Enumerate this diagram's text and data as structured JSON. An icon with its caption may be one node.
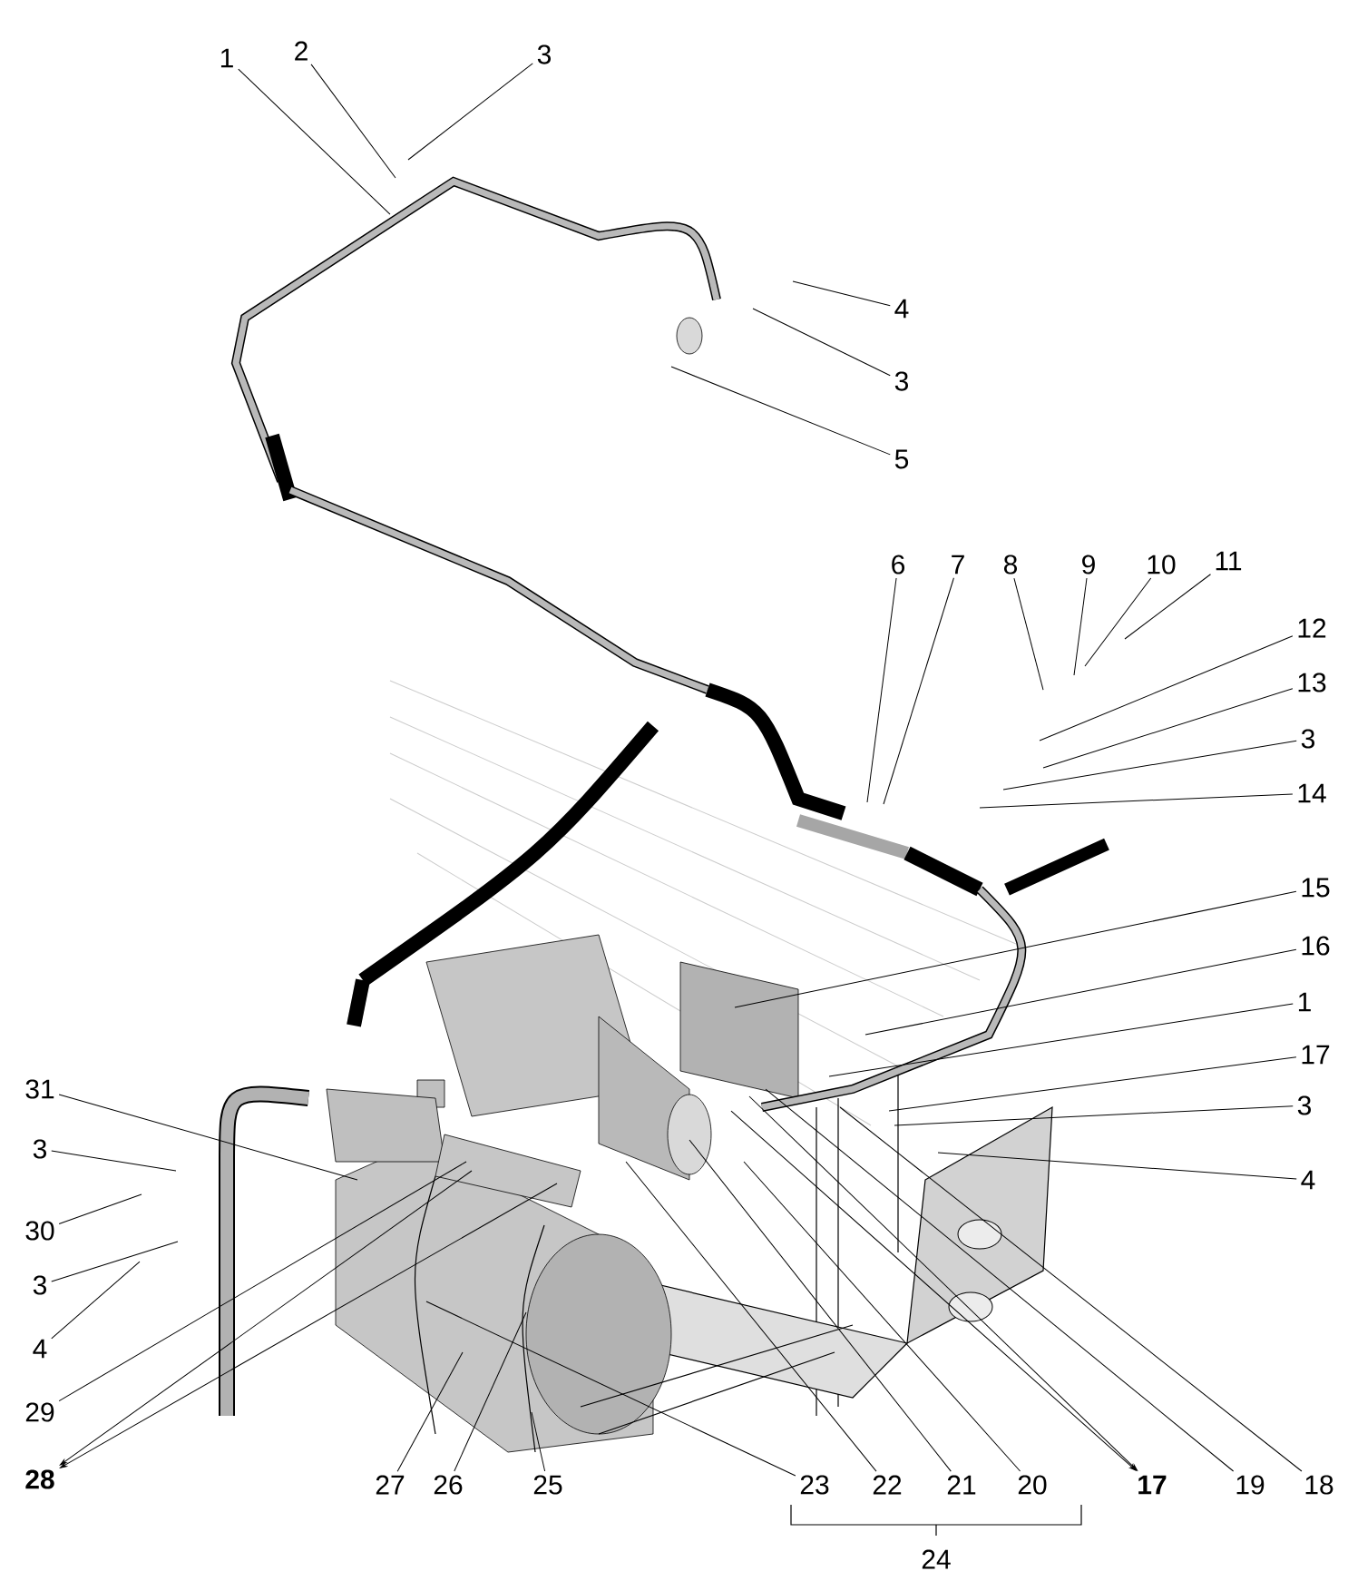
{
  "diagram": {
    "nodes": [
      {
        "text": [
          "1"
        ]
      },
      {
        "text": [
          "2"
        ]
      },
      {
        "text": [
          "3"
        ]
      },
      {
        "text": [
          "4"
        ]
      },
      {
        "text": [
          "3"
        ]
      },
      {
        "text": [
          "5"
        ]
      },
      {
        "text": [
          "6"
        ]
      },
      {
        "text": [
          "7"
        ]
      },
      {
        "text": [
          "8"
        ]
      },
      {
        "text": [
          "9"
        ]
      },
      {
        "text": [
          "10"
        ]
      },
      {
        "text": [
          "11"
        ]
      },
      {
        "text": [
          "12"
        ]
      },
      {
        "text": [
          "13"
        ]
      },
      {
        "text": [
          "3"
        ]
      },
      {
        "text": [
          "14"
        ]
      },
      {
        "text": [
          "15"
        ]
      },
      {
        "text": [
          "16"
        ]
      },
      {
        "text": [
          "1"
        ]
      },
      {
        "text": [
          "17"
        ]
      },
      {
        "text": [
          "3"
        ]
      },
      {
        "text": [
          "4"
        ]
      },
      {
        "text": [
          "31"
        ]
      },
      {
        "text": [
          "3"
        ]
      },
      {
        "text": [
          "30"
        ]
      },
      {
        "text": [
          "3"
        ]
      },
      {
        "text": [
          "4"
        ]
      },
      {
        "text": [
          "29"
        ]
      },
      {
        "text": [
          "28"
        ]
      },
      {
        "text": [
          "27"
        ]
      },
      {
        "text": [
          "26"
        ]
      },
      {
        "text": [
          "25"
        ]
      },
      {
        "text": [
          "23"
        ]
      },
      {
        "text": [
          "22"
        ]
      },
      {
        "text": [
          "21"
        ]
      },
      {
        "text": [
          "20"
        ]
      },
      {
        "text": [
          "17"
        ]
      },
      {
        "text": [
          "19"
        ]
      },
      {
        "text": [
          "18"
        ]
      }
    ],
    "edges": [
      {
        "from": 0,
        "to": null,
        "arrow": "none"
      },
      {
        "from": 1,
        "to": null,
        "arrow": "none"
      },
      {
        "from": 2,
        "to": null,
        "arrow": "none"
      },
      {
        "from": 3,
        "to": null,
        "arrow": "none"
      },
      {
        "from": 4,
        "to": null,
        "arrow": "none"
      },
      {
        "from": 5,
        "to": null,
        "arrow": "none"
      },
      {
        "from": 6,
        "to": null,
        "arrow": "none"
      },
      {
        "from": 7,
        "to": null,
        "arrow": "none"
      },
      {
        "from": 8,
        "to": null,
        "arrow": "none"
      },
      {
        "from": 9,
        "to": null,
        "arrow": "none"
      },
      {
        "from": 10,
        "to": null,
        "arrow": "none"
      },
      {
        "from": 11,
        "to": null,
        "arrow": "none"
      },
      {
        "from": 12,
        "to": null,
        "arrow": "none"
      },
      {
        "from": 13,
        "to": null,
        "arrow": "none"
      },
      {
        "from": 14,
        "to": null,
        "arrow": "none"
      },
      {
        "from": 15,
        "to": null,
        "arrow": "none"
      },
      {
        "from": 16,
        "to": null,
        "arrow": "none"
      },
      {
        "from": 17,
        "to": null,
        "arrow": "none"
      },
      {
        "from": 18,
        "to": null,
        "arrow": "none"
      },
      {
        "from": 19,
        "to": null,
        "arrow": "none"
      },
      {
        "from": 20,
        "to": null,
        "arrow": "none"
      },
      {
        "from": 21,
        "to": null,
        "arrow": "none"
      },
      {
        "from": 22,
        "to": null,
        "arrow": "none"
      },
      {
        "from": 23,
        "to": null,
        "arrow": "none"
      },
      {
        "from": 24,
        "to": null,
        "arrow": "none"
      },
      {
        "from": 25,
        "to": null,
        "arrow": "none"
      },
      {
        "from": 26,
        "to": null,
        "arrow": "none"
      },
      {
        "from": 27,
        "to": null,
        "arrow": "none"
      },
      {
        "from": null,
        "to": 28,
        "arrow": "to"
      },
      {
        "from": null,
        "to": 28,
        "arrow": "to"
      },
      {
        "from": 29,
        "to": null,
        "arrow": "none"
      },
      {
        "from": 30,
        "to": null,
        "arrow": "none"
      },
      {
        "from": 31,
        "to": null,
        "arrow": "none"
      },
      {
        "from": 32,
        "to": null,
        "arrow": "none"
      },
      {
        "from": 33,
        "to": null,
        "arrow": "none"
      },
      {
        "from": 34,
        "to": null,
        "arrow": "none"
      },
      {
        "from": 35,
        "to": null,
        "arrow": "none"
      },
      {
        "from": null,
        "to": 36,
        "arrow": "to"
      },
      {
        "from": null,
        "to": 36,
        "arrow": "to"
      },
      {
        "from": 37,
        "to": null,
        "arrow": "none"
      },
      {
        "from": 38,
        "to": null,
        "arrow": "none"
      }
    ],
    "labels": [
      "24"
    ]
  }
}
